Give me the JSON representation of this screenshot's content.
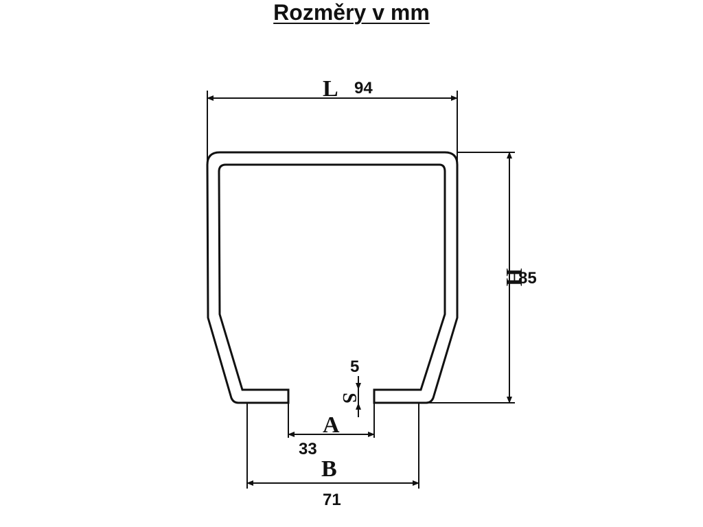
{
  "title": "Rozměry v mm",
  "dimensions": {
    "L": {
      "symbol": "L",
      "value": "94"
    },
    "H": {
      "symbol": "H",
      "value": "85"
    },
    "S": {
      "symbol": "S",
      "value": "5"
    },
    "A": {
      "symbol": "A",
      "value": "33"
    },
    "B": {
      "symbol": "B",
      "value": "71"
    }
  }
}
